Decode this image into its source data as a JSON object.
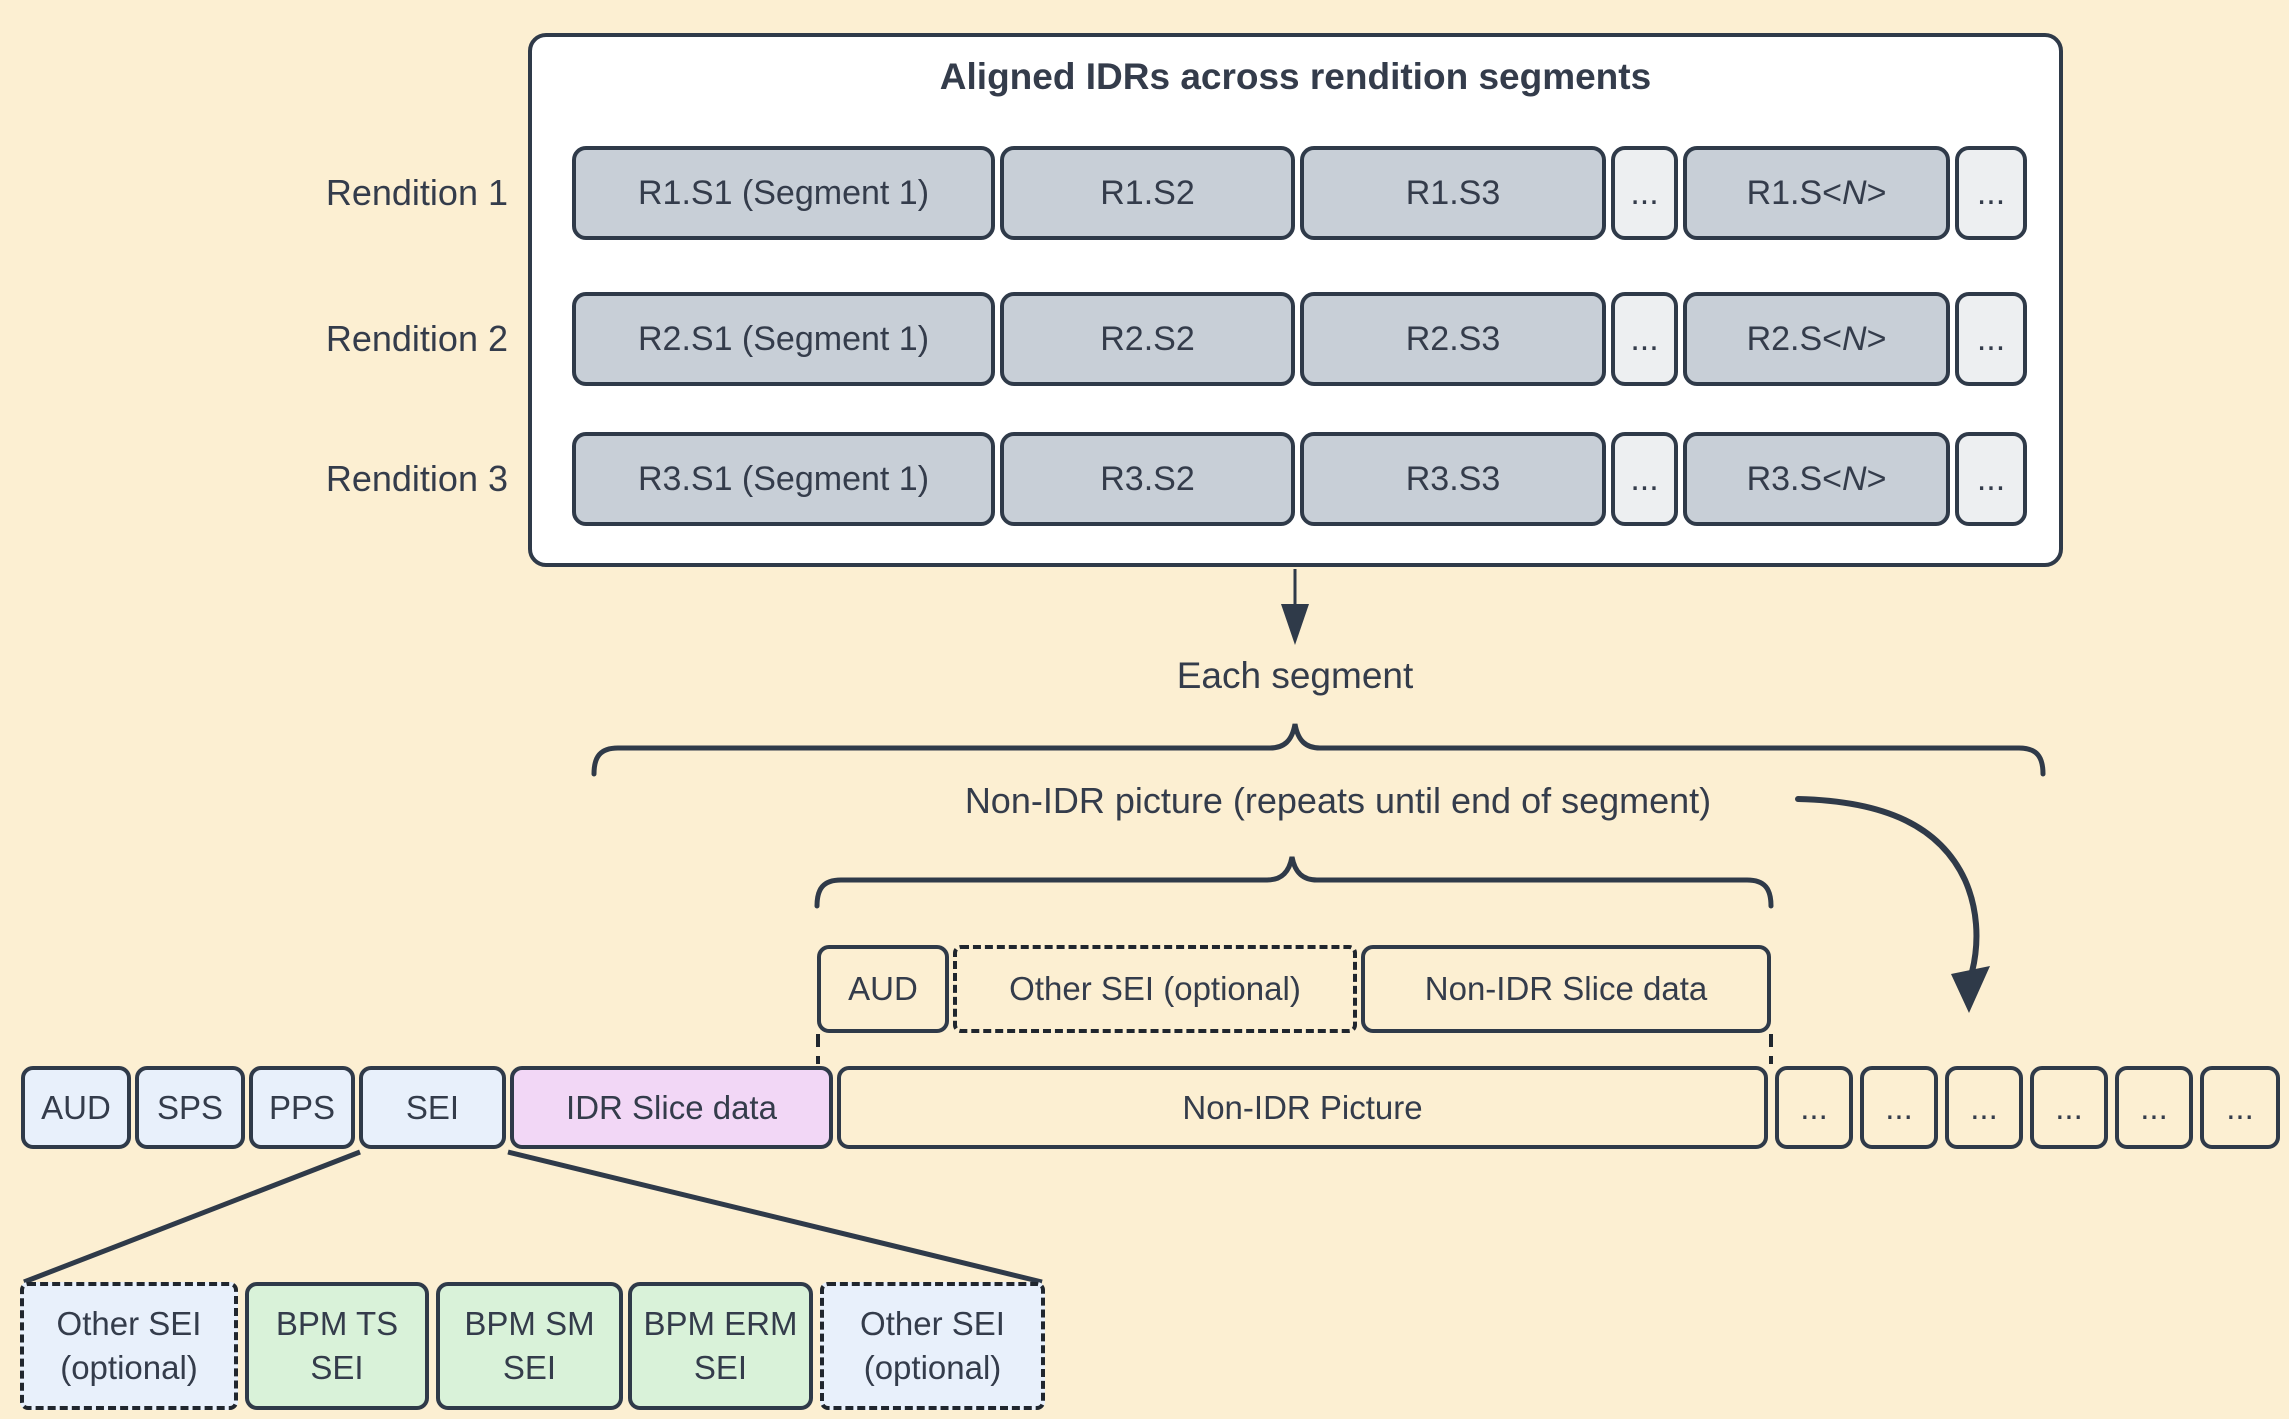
{
  "title": "Aligned IDRs across rendition segments",
  "renditions": [
    {
      "label": "Rendition 1",
      "segments": [
        "R1.S1 (Segment 1)",
        "R1.S2",
        "R1.S3",
        "...",
        "R1.S<N>",
        "..."
      ]
    },
    {
      "label": "Rendition 2",
      "segments": [
        "R2.S1 (Segment 1)",
        "R2.S2",
        "R2.S3",
        "...",
        "R2.S<N>",
        "..."
      ]
    },
    {
      "label": "Rendition 3",
      "segments": [
        "R3.S1 (Segment 1)",
        "R3.S2",
        "R3.S3",
        "...",
        "R3.S<N>",
        "..."
      ]
    }
  ],
  "labels": {
    "each_segment": "Each segment",
    "non_idr_repeats": "Non-IDR picture (repeats until end of segment)"
  },
  "non_idr_components": [
    {
      "label": "AUD"
    },
    {
      "label": "Other SEI (optional)"
    },
    {
      "label": "Non-IDR Slice data"
    }
  ],
  "idr_picture_row": [
    {
      "label": "AUD"
    },
    {
      "label": "SPS"
    },
    {
      "label": "PPS"
    },
    {
      "label": "SEI"
    },
    {
      "label": "IDR Slice data"
    },
    {
      "label": "Non-IDR Picture"
    },
    {
      "label": "..."
    },
    {
      "label": "..."
    },
    {
      "label": "..."
    },
    {
      "label": "..."
    },
    {
      "label": "..."
    },
    {
      "label": "..."
    }
  ],
  "sei_expansion": [
    {
      "label": "Other SEI (optional)"
    },
    {
      "label": "BPM TS SEI"
    },
    {
      "label": "BPM SM SEI"
    },
    {
      "label": "BPM ERM SEI"
    },
    {
      "label": "Other SEI (optional)"
    }
  ],
  "colors": {
    "bg": "#FCEFD2",
    "cream": "#FCEFD2",
    "line": "#2F3A49",
    "text": "#343C4B",
    "gray": "#C8CFD7",
    "graylight": "#EDEFF1",
    "blue": "#E8F0FB",
    "pink": "#F2D7F6",
    "green": "#D9F2D9",
    "dash": "#20262E"
  }
}
